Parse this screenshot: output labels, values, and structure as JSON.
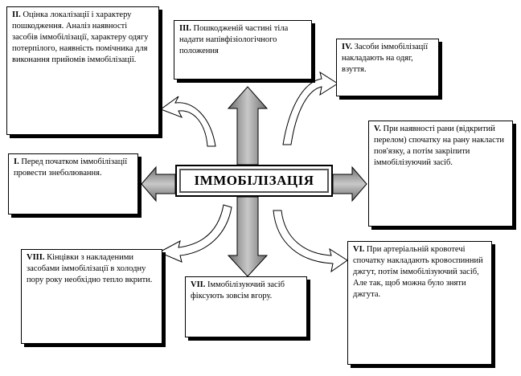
{
  "title": "ІММОБІЛІЗАЦІЯ",
  "boxes": {
    "b1": {
      "num": "І.",
      "text": "Перед початком іммобілізації провести знеболювання."
    },
    "b2": {
      "num": "ІІ.",
      "text": "Оцінка локалізації і характеру пошкодження. Аналіз наявності засобів іммобілізації, характеру одягу потерпілого, наявність помічника для виконання прийомів іммобілізації."
    },
    "b3": {
      "num": "ІІІ.",
      "text": "Пошкодженій частині тіла надати напівфізіологічного положення"
    },
    "b4": {
      "num": "ІV.",
      "text": "Засоби іммобілізації накладають на одяг, взуття."
    },
    "b5": {
      "num": "V.",
      "text": "При наявності рани (відкритий перелом) спочатку на рану накласти пов'язку, а потім закріпити іммобілізуючий засіб."
    },
    "b6": {
      "num": "VІ.",
      "text": "При артеріальній кровотечі спочатку накладають кровоспинний джгут, потім іммобілізуючий засіб, Але так, щоб можна було зняти джгута."
    },
    "b7": {
      "num": "VІІ.",
      "text": "Іммобілізуючий засіб фіксують зовсім вгору."
    },
    "b8": {
      "num": "VІІІ.",
      "text": "Кінцівки з накладеними засобами іммобілізації в холодну пору року необхідно тепло вкрити."
    }
  }
}
